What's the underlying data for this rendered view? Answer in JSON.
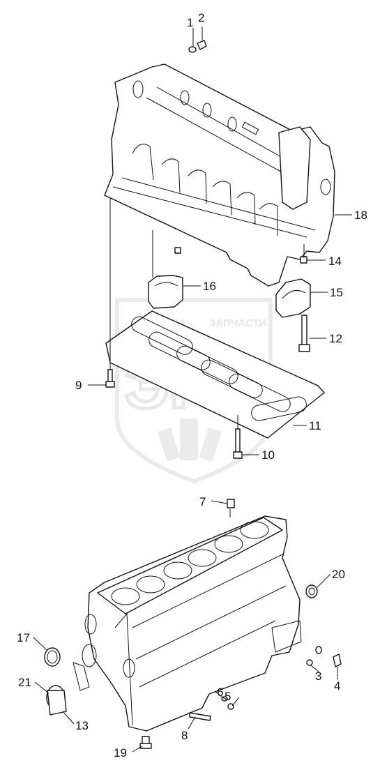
{
  "watermark": {
    "top_text": "ТЕХНИКА",
    "right_text": "ЗАПЧАСТИ",
    "logo_letters": "ЭПФ",
    "color": "#d9d9d9"
  },
  "callouts": {
    "c1": "1",
    "c2": "2",
    "c3": "3",
    "c4": "4",
    "c5": "5",
    "c6": "6",
    "c7": "7",
    "c8": "8",
    "c9": "9",
    "c10": "10",
    "c11": "11",
    "c12": "12",
    "c13": "13",
    "c14": "14",
    "c15": "15",
    "c16": "16",
    "c17": "17",
    "c18": "18",
    "c19": "19",
    "c20": "20",
    "c21": "21"
  }
}
